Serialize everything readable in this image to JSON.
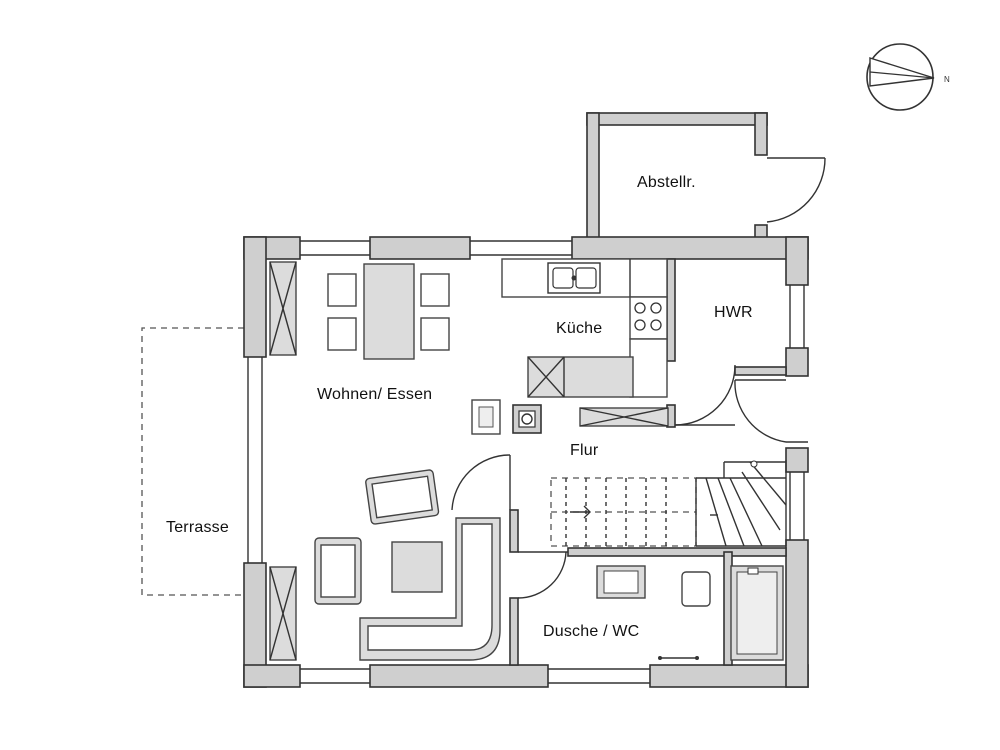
{
  "rooms": {
    "abstellraum": "Abstellr.",
    "kueche": "Küche",
    "hwr": "HWR",
    "wohnen_essen": "Wohnen/ Essen",
    "flur": "Flur",
    "terrasse": "Terrasse",
    "dusche_wc": "Dusche / WC"
  },
  "compass": {
    "north_label": "N",
    "icon": "compass-icon"
  },
  "colors": {
    "wall": "#cfcfcf",
    "line": "#333333",
    "background": "#ffffff"
  }
}
